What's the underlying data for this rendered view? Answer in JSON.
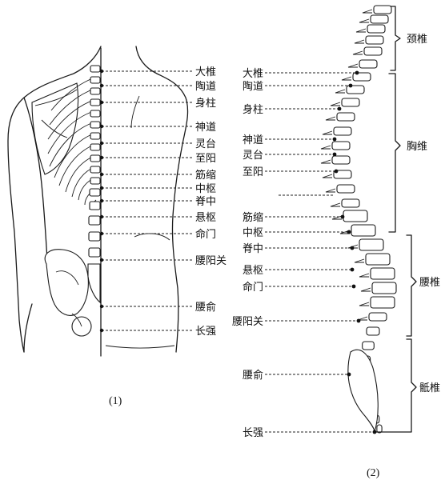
{
  "left_figure": {
    "caption": "(1)",
    "points": [
      "大椎",
      "陶道",
      "身柱",
      "神道",
      "灵台",
      "至阳",
      "筋缩",
      "中枢",
      "脊中",
      "悬枢",
      "命门",
      "腰阳关",
      "腰俞",
      "长强"
    ]
  },
  "right_figure": {
    "caption": "(2)",
    "points": [
      "大椎",
      "陶道",
      "身柱",
      "神道",
      "灵台",
      "至阳",
      "筋缩",
      "中枢",
      "脊中",
      "悬枢",
      "命门",
      "腰阳关",
      "腰俞",
      "长强"
    ],
    "regions": [
      "颈椎",
      "胸维",
      "腰椎",
      "骶椎"
    ]
  }
}
